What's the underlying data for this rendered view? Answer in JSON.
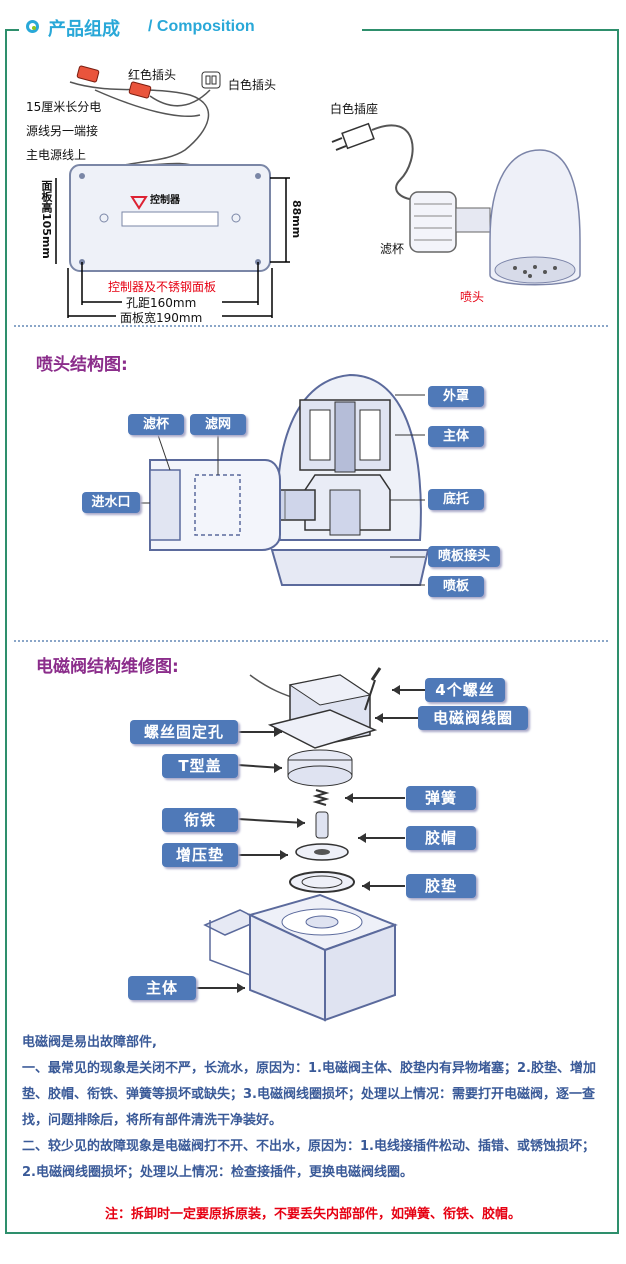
{
  "header": {
    "title_cn": "产品组成",
    "title_en": "/ Composition"
  },
  "composition": {
    "red_plug": "红色插头",
    "white_plug": "白色插头",
    "cable_note": [
      "15厘米长分电",
      "源线另一端接",
      "主电源线上"
    ],
    "panel_height": "面板高105mm",
    "panel_side": "88mm",
    "controller_name": "控制器",
    "controller_caption": "控制器及不锈钢面板",
    "hole_distance": "孔距160mm",
    "panel_width": "面板宽190mm",
    "white_socket": "白色插座",
    "filter_cup": "滤杯",
    "nozzle": "喷头"
  },
  "nozzle_structure": {
    "title": "喷头结构图:",
    "labels": {
      "cover": "外罩",
      "body": "主体",
      "filter_cup": "滤杯",
      "filter_net": "滤网",
      "inlet": "进水口",
      "base": "底托",
      "spray_joint": "喷板接头",
      "spray_plate": "喷板"
    }
  },
  "valve_structure": {
    "title": "电磁阀结构维修图:",
    "labels": {
      "screws": "4个螺丝",
      "coil": "电磁阀线圈",
      "screw_hole": "螺丝固定孔",
      "t_cover": "T型盖",
      "spring": "弹簧",
      "armature": "衔铁",
      "cap": "胶帽",
      "pressure_pad": "增压垫",
      "gasket": "胶垫",
      "main_body": "主体"
    }
  },
  "notes": {
    "lines": [
      "电磁阀是易出故障部件,",
      "一、最常见的现象是关闭不严，长流水，原因为：1.电磁阀主体、胶垫内有异物堵塞；2.胶垫、增加垫、胶帽、衔铁、弹簧等损坏或缺失；3.电磁阀线圈损坏；处理以上情况：需要打开电磁阀，逐一查找，问题排除后，将所有部件清洗干净装好。",
      "二、较少见的故障现象是电磁阀打不开、不出水，原因为：1.电线接插件松动、插错、或锈蚀损坏；2.电磁阀线圈损坏；处理以上情况：检查接插件，更换电磁阀线圈。"
    ],
    "warning": "注：拆卸时一定要原拆原装，不要丢失内部部件，如弹簧、衔铁、胶帽。"
  },
  "colors": {
    "accent": "#29a8d8",
    "frame": "#2e8f6c",
    "tag": "#4f79b8",
    "title": "#8b2d8b",
    "warn": "#e60012",
    "note": "#3a5a98"
  }
}
